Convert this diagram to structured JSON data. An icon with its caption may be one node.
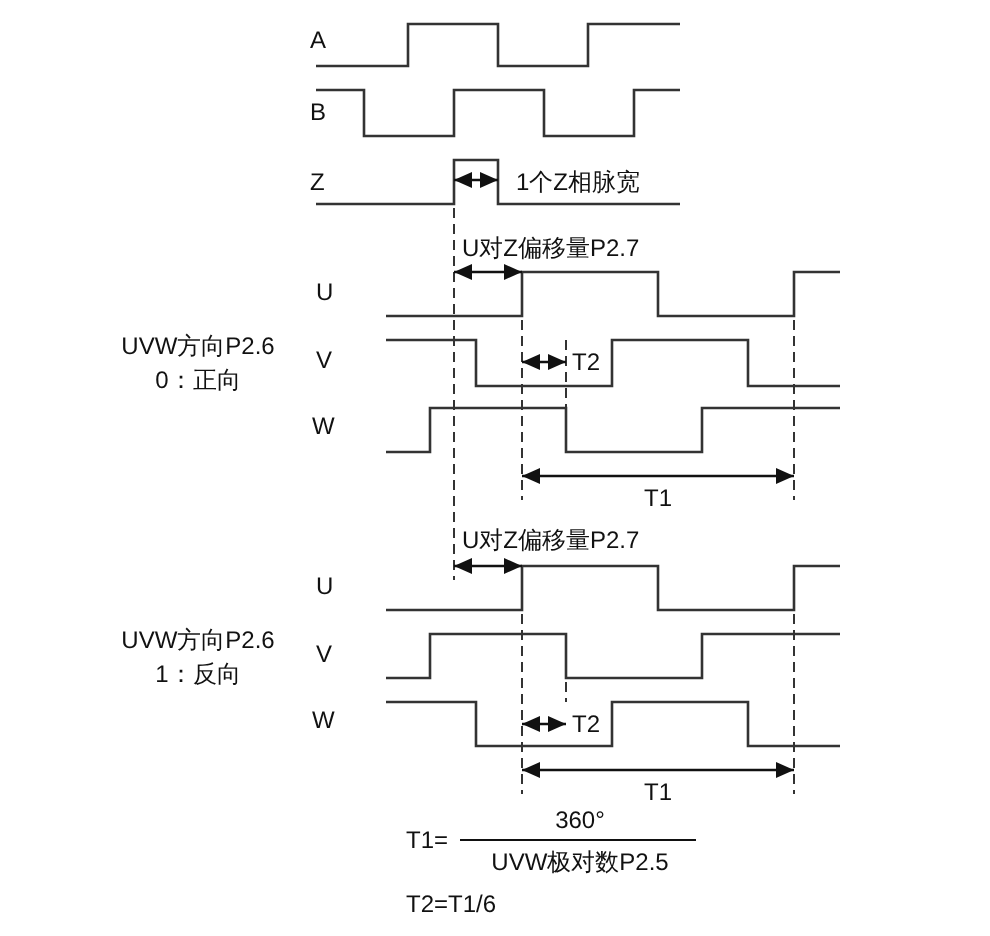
{
  "diagram": {
    "labels": [
      "A",
      "B",
      "Z",
      "1个Z相脉宽",
      "U对Z偏移量P2.7",
      "U",
      "UVW方向P2.6",
      "0：正向",
      "V",
      "T2",
      "W",
      "T1",
      "U对Z偏移量P2.7",
      "U",
      "UVW方向P2.6",
      "1：反向",
      "V",
      "W",
      "T2",
      "T1",
      "T1=",
      "360°",
      "UVW极对数P2.5",
      "T2=T1/6"
    ]
  }
}
